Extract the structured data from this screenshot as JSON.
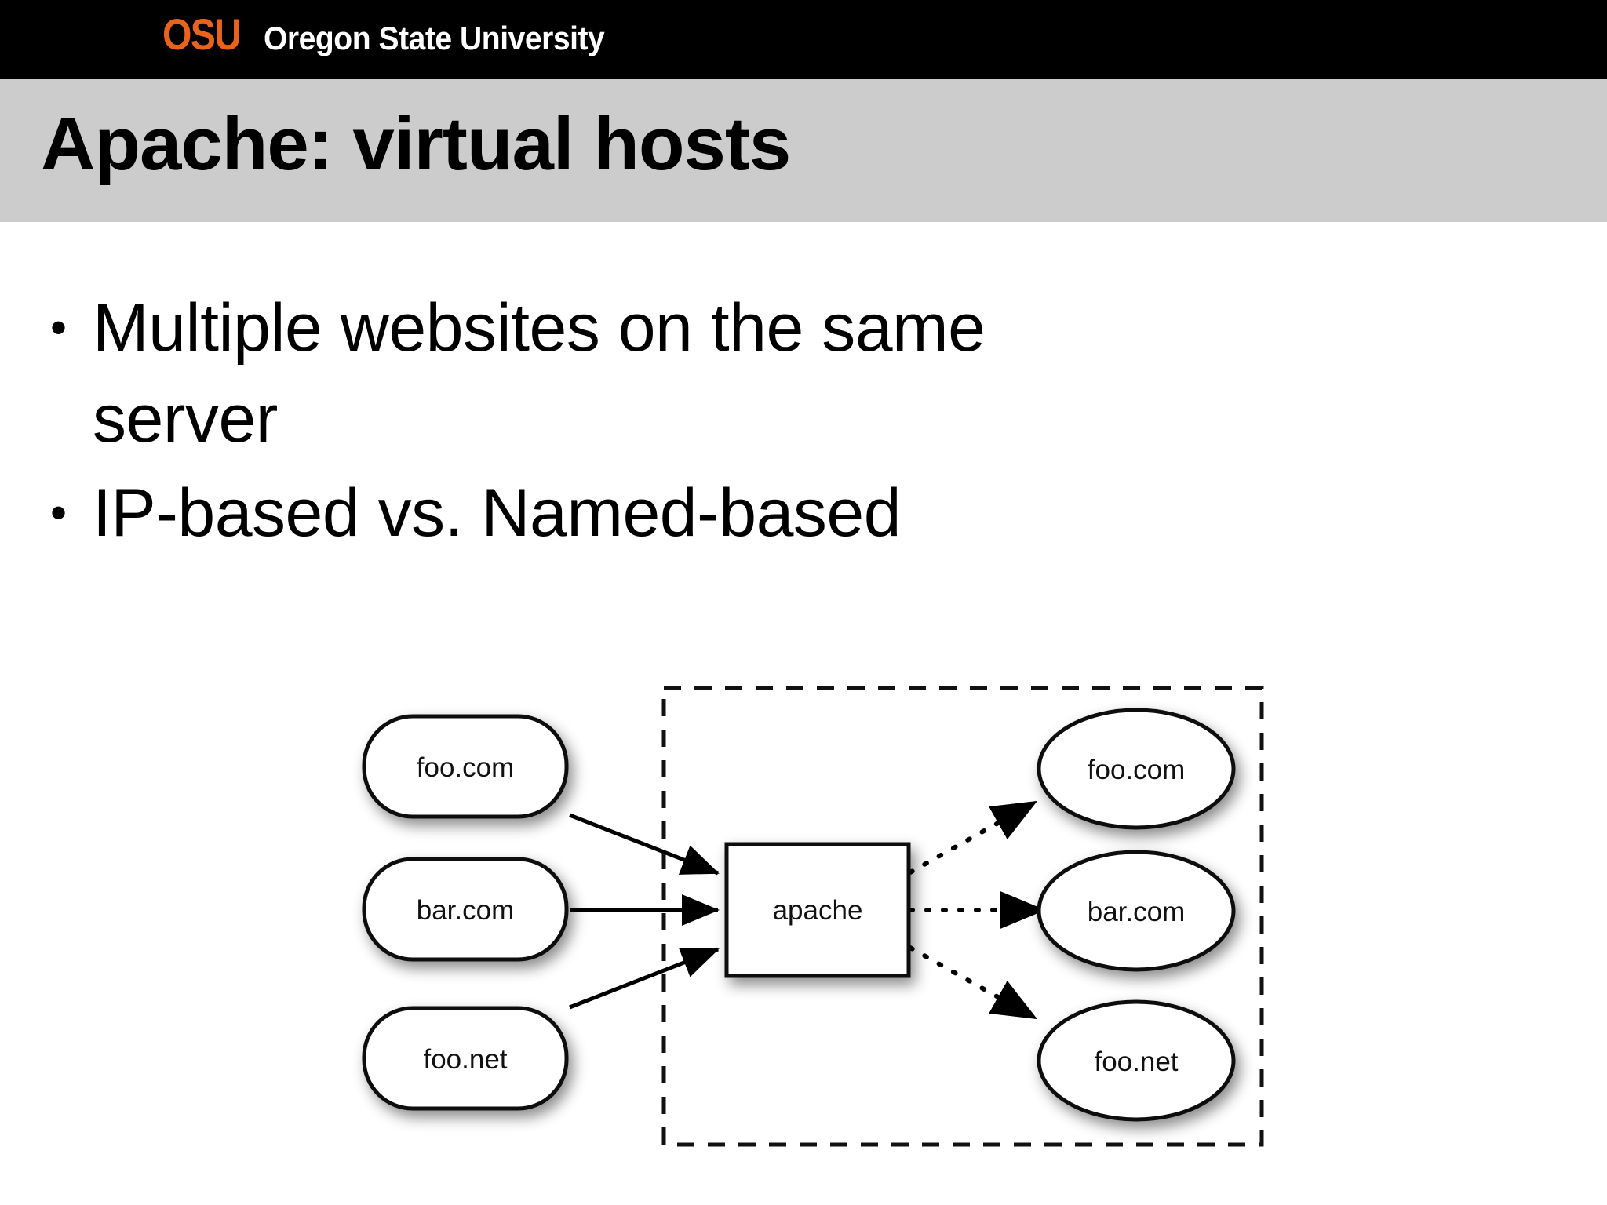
{
  "brand": {
    "mark": "OSU",
    "wordmark": "Oregon State University",
    "mark_color": "#E8641C",
    "bar_color": "#000000",
    "wordmark_color": "#FFFFFF"
  },
  "title": {
    "text": "Apache: virtual hosts",
    "band_color": "#CCCCCC",
    "text_color": "#000000"
  },
  "bullets": [
    {
      "marker": "•",
      "text": "Multiple websites on the same server"
    },
    {
      "marker": "•",
      "text": "IP-based vs. Named-based"
    }
  ],
  "diagram": {
    "kind": "apache-virtual-hosts",
    "boundary": {
      "style": "dashed",
      "label": ""
    },
    "client_nodes": [
      {
        "id": "client-foo-com",
        "label": "foo.com",
        "shape": "rounded-rect"
      },
      {
        "id": "client-bar-com",
        "label": "bar.com",
        "shape": "rounded-rect"
      },
      {
        "id": "client-foo-net",
        "label": "foo.net",
        "shape": "rounded-rect"
      }
    ],
    "server_node": {
      "id": "apache-box",
      "label": "apache",
      "shape": "rect"
    },
    "vhost_nodes": [
      {
        "id": "vhost-foo-com",
        "label": "foo.com",
        "shape": "ellipse"
      },
      {
        "id": "vhost-bar-com",
        "label": "bar.com",
        "shape": "ellipse"
      },
      {
        "id": "vhost-foo-net",
        "label": "foo.net",
        "shape": "ellipse"
      }
    ],
    "edges_in": [
      {
        "from": "client-foo-com",
        "to": "apache-box",
        "style": "solid"
      },
      {
        "from": "client-bar-com",
        "to": "apache-box",
        "style": "solid"
      },
      {
        "from": "client-foo-net",
        "to": "apache-box",
        "style": "solid"
      }
    ],
    "edges_out": [
      {
        "from": "apache-box",
        "to": "vhost-foo-com",
        "style": "dotted"
      },
      {
        "from": "apache-box",
        "to": "vhost-bar-com",
        "style": "dotted"
      },
      {
        "from": "apache-box",
        "to": "vhost-foo-net",
        "style": "dotted"
      }
    ]
  }
}
